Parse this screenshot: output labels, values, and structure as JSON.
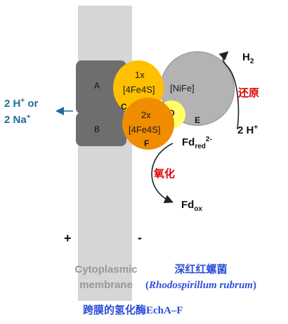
{
  "subunits": {
    "a": "A",
    "b": "B",
    "c_cluster_line1": "1x",
    "c_cluster_line2": "[4Fe4S]",
    "c": "C",
    "d": "D",
    "e_cluster_line1": "2x",
    "e_cluster_line2": "[4Fe4S]",
    "f": "F",
    "nife": "[NiFe]",
    "e": "E"
  },
  "ions": {
    "line1": "2 H",
    "line1_sup": "+",
    "line1_end": " or",
    "line2": "2 Na",
    "line2_sup": "+"
  },
  "reaction": {
    "h2": "H",
    "h2_sub": "2",
    "reduction_label": "还原",
    "protons": "2 H",
    "protons_sup": "+",
    "fd_red": "Fd",
    "fd_red_sub": "red",
    "fd_red_sup": "2-",
    "oxidation_label": "氧化",
    "fd_ox": "Fd",
    "fd_ox_sub": "ox"
  },
  "signs": {
    "plus": "+",
    "minus": "-"
  },
  "membrane": {
    "line1": "Cytoplasmic",
    "line2": "membrane"
  },
  "organism": {
    "cn": "深红红螺菌",
    "latin_open": "(",
    "latin": "Rhodospirillum rubrum",
    "latin_close": ")"
  },
  "caption": "跨膜的氢化酶EchA–F",
  "colors": {
    "membrane": "#d6d6d6",
    "subunit_ab": "#6e6e6e",
    "nife": "#b3b3b3",
    "cluster_c": "#ffc000",
    "subunit_d": "#ffff66",
    "cluster_ef": "#f08c00",
    "ion_text": "#1f6d9c",
    "redox_label": "#e00000",
    "caption": "#2b4fd8"
  }
}
